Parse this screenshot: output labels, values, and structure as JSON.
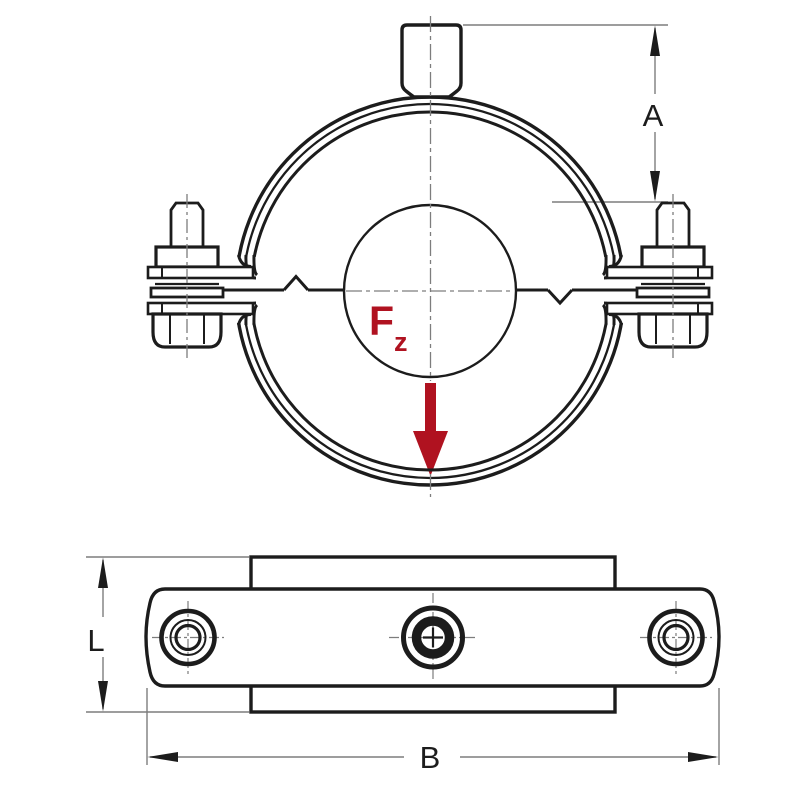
{
  "diagram": {
    "description": "Two-view technical drawing of a rubber-lined pipe clamp with threaded boss, side bolts and load arrow",
    "views": {
      "front": "front view (clamp ring)",
      "side": "side view (strap with bolts)"
    },
    "dimensions": {
      "a": "A",
      "l": "L",
      "b": "B"
    },
    "force": {
      "symbol": "F",
      "subscript": "z"
    },
    "colors": {
      "outline": "#1c1c1c",
      "thin_line": "#7d7d7d",
      "force_red": "#b01220",
      "background": "#ffffff"
    }
  }
}
